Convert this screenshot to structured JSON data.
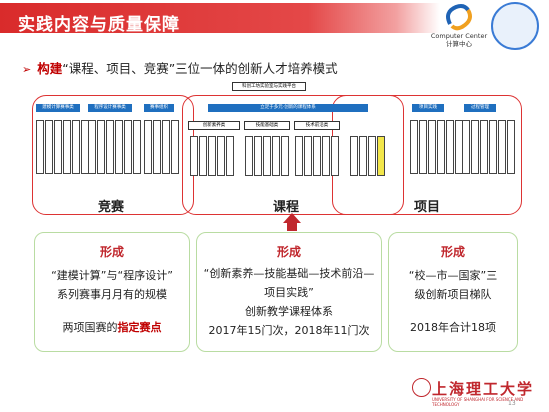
{
  "header": {
    "title": "实践内容与质量保障",
    "logo_caption_line1": "Computer Center",
    "logo_caption_line2": "计算中心",
    "accent_color": "#d92b2b"
  },
  "headline": {
    "keyword": "构建",
    "text": "“课程、项目、竞赛”三位一体的创新人才培养模式"
  },
  "diagram": {
    "top_bar": "科创工坊实验室与实践平台",
    "center_bar": "立足于多元·创新的课程体系",
    "center_sub": [
      "创新素养类",
      "技能基础类",
      "技术前沿类"
    ],
    "comp_bars": [
      "建模计算赛事类",
      "程序设计赛事类",
      "赛事组织"
    ],
    "proj_bars": [
      "项目实践",
      "过程管理"
    ],
    "labels": {
      "left": "竞赛",
      "center": "课程",
      "right": "项目"
    }
  },
  "cards": [
    {
      "title": "形成",
      "lines": [
        "“建模计算”与“程序设计”",
        "系列赛事月月有的规模",
        "两项国赛的"
      ],
      "highlight": "指定赛点"
    },
    {
      "title": "形成",
      "lines": [
        "“创新素养—技能基础—技术前沿—",
        "项目实践”",
        "创新教学课程体系",
        "2017年15门次，2018年11门次"
      ]
    },
    {
      "title": "形成",
      "lines": [
        "“校—市—国家”三",
        "级创新项目梯队",
        "2018年合计18项"
      ]
    }
  ],
  "footer": {
    "university": "上海理工大学",
    "university_en": "UNIVERSITY OF SHANGHAI FOR SCIENCE AND TECHNOLOGY",
    "page": "13"
  }
}
